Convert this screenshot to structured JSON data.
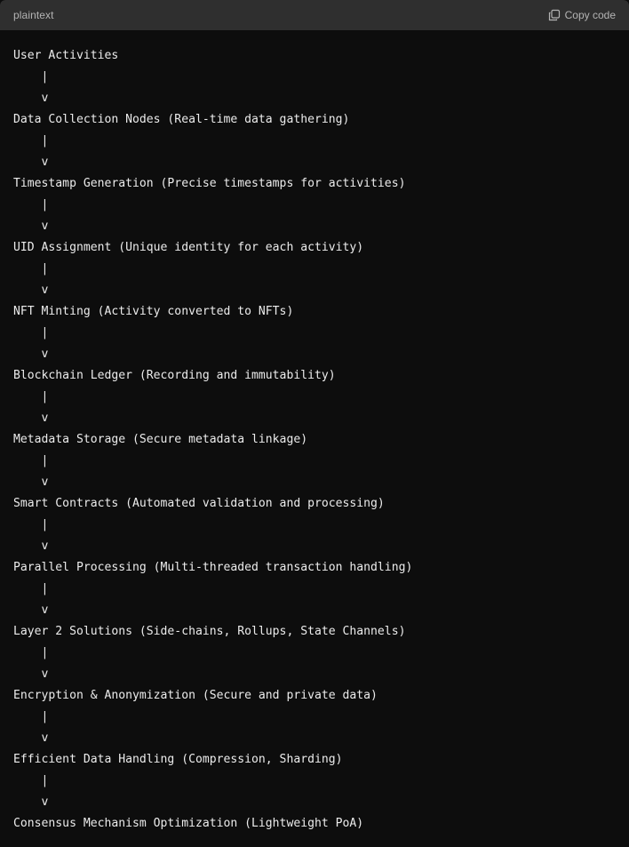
{
  "header": {
    "language": "plaintext",
    "copy_label": "Copy code",
    "copy_icon": "copy-icon"
  },
  "code_lines": [
    "User Activities",
    "    |",
    "    v",
    "Data Collection Nodes (Real-time data gathering)",
    "    |",
    "    v",
    "Timestamp Generation (Precise timestamps for activities)",
    "    |",
    "    v",
    "UID Assignment (Unique identity for each activity)",
    "    |",
    "    v",
    "NFT Minting (Activity converted to NFTs)",
    "    |",
    "    v",
    "Blockchain Ledger (Recording and immutability)",
    "    |",
    "    v",
    "Metadata Storage (Secure metadata linkage)",
    "    |",
    "    v",
    "Smart Contracts (Automated validation and processing)",
    "    |",
    "    v",
    "Parallel Processing (Multi-threaded transaction handling)",
    "    |",
    "    v",
    "Layer 2 Solutions (Side-chains, Rollups, State Channels)",
    "    |",
    "    v",
    "Encryption & Anonymization (Secure and private data)",
    "    |",
    "    v",
    "Efficient Data Handling (Compression, Sharding)",
    "    |",
    "    v",
    "Consensus Mechanism Optimization (Lightweight PoA)"
  ]
}
